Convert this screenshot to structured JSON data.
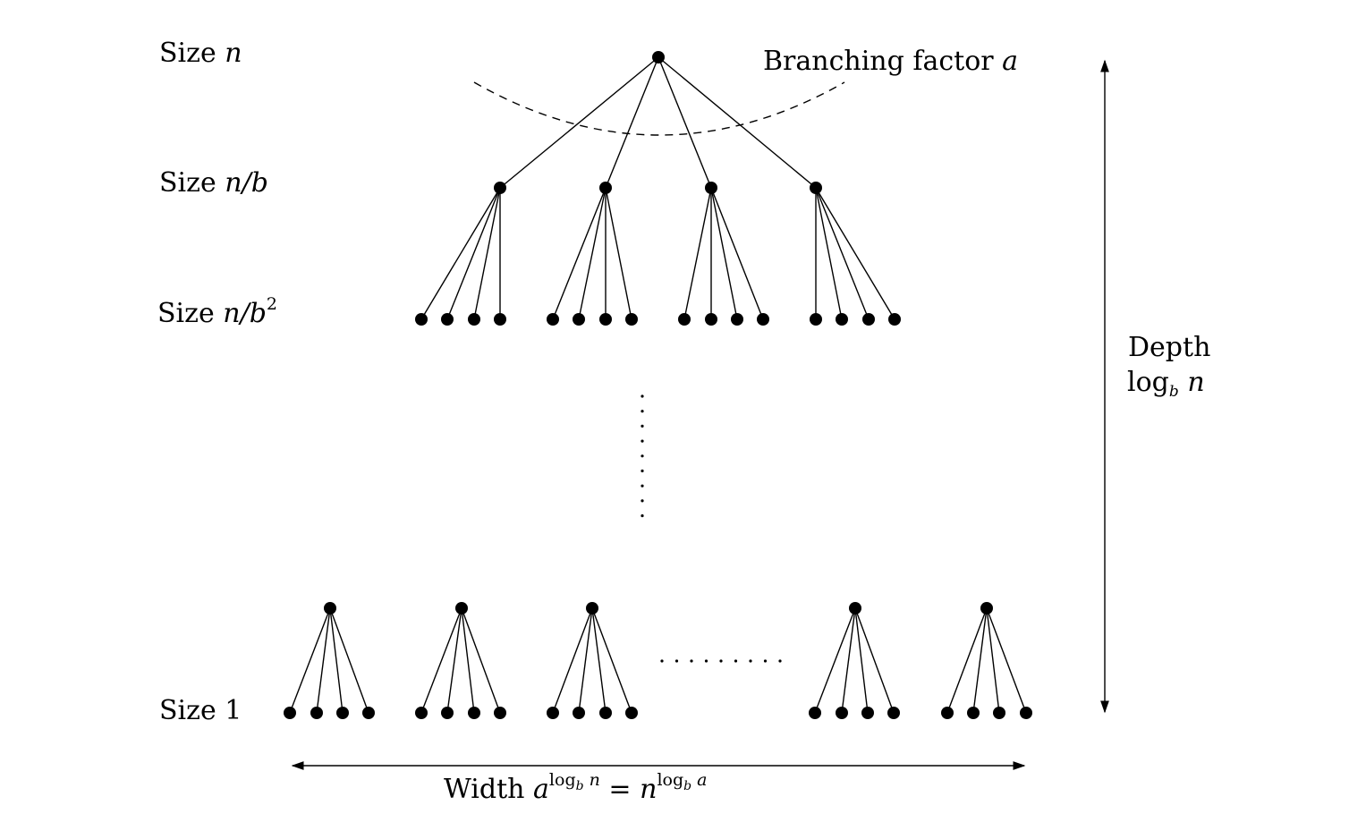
{
  "labels": {
    "level0": {
      "word": "Size",
      "var": "n"
    },
    "level1": {
      "word": "Size",
      "var": "n/b"
    },
    "level2": {
      "word": "Size",
      "var": "n/b",
      "exp": "2"
    },
    "leaf": {
      "word": "Size",
      "var": "1"
    },
    "branching": {
      "word": "Branching factor",
      "var": "a"
    },
    "depth": {
      "word": "Depth",
      "log": "log",
      "base": "b",
      "var": "n"
    },
    "width": {
      "word": "Width",
      "base": "a",
      "exp_log": "log",
      "exp_base": "b",
      "exp_var": "n",
      "eq": "=",
      "rhs_base": "n",
      "rhs_log": "log",
      "rhs_log_base": "b",
      "rhs_var": "a"
    }
  },
  "tree": {
    "branching_factor": 4,
    "levels_shown": [
      "n",
      "n/b",
      "n/b^2",
      "1"
    ]
  },
  "colors": {
    "ink": "#000000",
    "background": "#ffffff"
  }
}
